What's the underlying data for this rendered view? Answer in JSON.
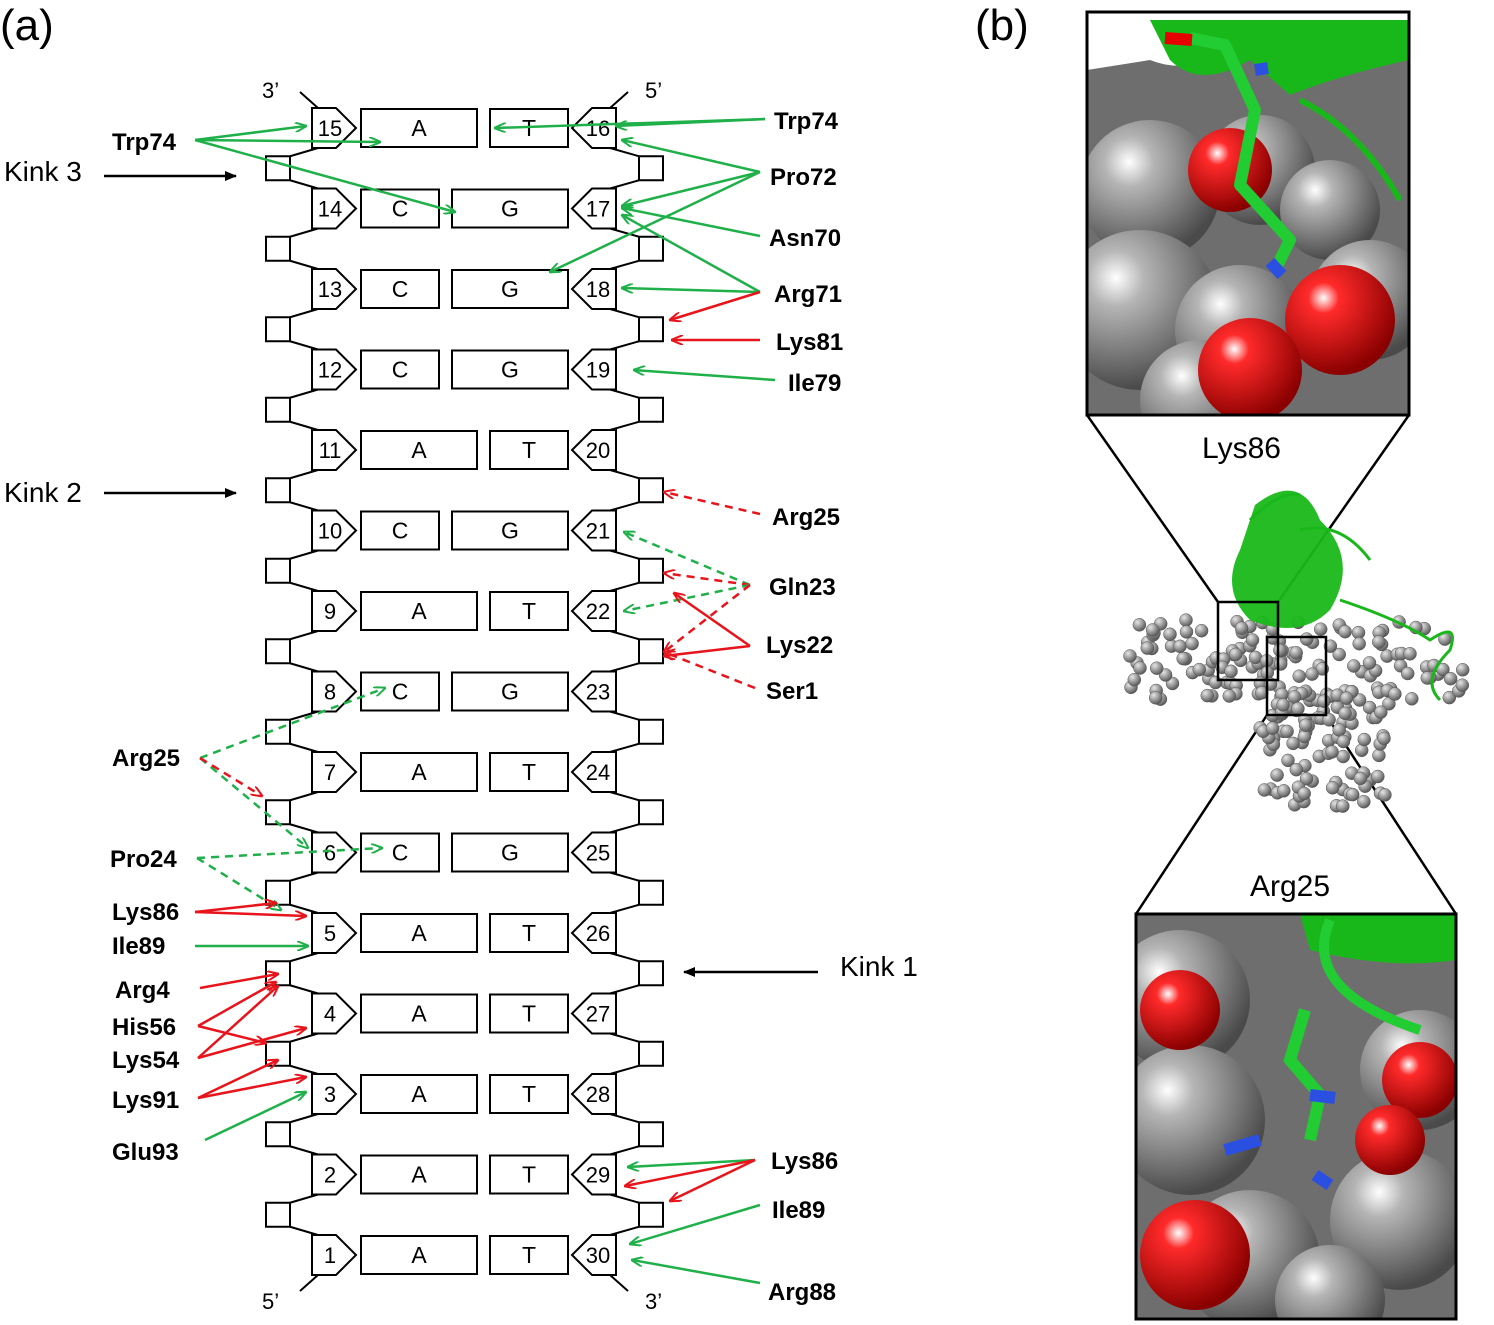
{
  "panels": {
    "a": "(a)",
    "b": "(b)"
  },
  "colors": {
    "green": "#1fb04a",
    "red": "#e8141b",
    "black": "#000000",
    "protein_green": "#19b81a",
    "atom_grey": "#8c8c8c",
    "oxygen_red": "#e60000",
    "nitrogen_blue": "#2b4fe0"
  },
  "strand_ends": {
    "top_left": "3’",
    "top_right": "5’",
    "bottom_left": "5’",
    "bottom_right": "3’"
  },
  "base_pairs": [
    {
      "left_num": "15",
      "left_base": "A",
      "right_base": "T",
      "right_num": "16"
    },
    {
      "left_num": "14",
      "left_base": "C",
      "right_base": "G",
      "right_num": "17"
    },
    {
      "left_num": "13",
      "left_base": "C",
      "right_base": "G",
      "right_num": "18"
    },
    {
      "left_num": "12",
      "left_base": "C",
      "right_base": "G",
      "right_num": "19"
    },
    {
      "left_num": "11",
      "left_base": "A",
      "right_base": "T",
      "right_num": "20"
    },
    {
      "left_num": "10",
      "left_base": "C",
      "right_base": "G",
      "right_num": "21"
    },
    {
      "left_num": "9",
      "left_base": "A",
      "right_base": "T",
      "right_num": "22"
    },
    {
      "left_num": "8",
      "left_base": "C",
      "right_base": "G",
      "right_num": "23"
    },
    {
      "left_num": "7",
      "left_base": "A",
      "right_base": "T",
      "right_num": "24"
    },
    {
      "left_num": "6",
      "left_base": "C",
      "right_base": "G",
      "right_num": "25"
    },
    {
      "left_num": "5",
      "left_base": "A",
      "right_base": "T",
      "right_num": "26"
    },
    {
      "left_num": "4",
      "left_base": "A",
      "right_base": "T",
      "right_num": "27"
    },
    {
      "left_num": "3",
      "left_base": "A",
      "right_base": "T",
      "right_num": "28"
    },
    {
      "left_num": "2",
      "left_base": "A",
      "right_base": "T",
      "right_num": "29"
    },
    {
      "left_num": "1",
      "left_base": "A",
      "right_base": "T",
      "right_num": "30"
    }
  ],
  "kinks": [
    "Kink 3",
    "Kink 2",
    "Kink 1"
  ],
  "residues_right": [
    "Trp74",
    "Pro72",
    "Asn70",
    "Arg71",
    "Lys81",
    "Ile79",
    "Arg25",
    "Gln23",
    "Lys22",
    "Ser1",
    "Lys86",
    "Ile89",
    "Arg88"
  ],
  "residues_left": [
    "Trp74",
    "Arg25",
    "Pro24",
    "Lys86",
    "Ile89",
    "Arg4",
    "His56",
    "Lys54",
    "Lys91",
    "Glu93"
  ],
  "zoom_labels": {
    "top": "Lys86",
    "bottom": "Arg25"
  }
}
